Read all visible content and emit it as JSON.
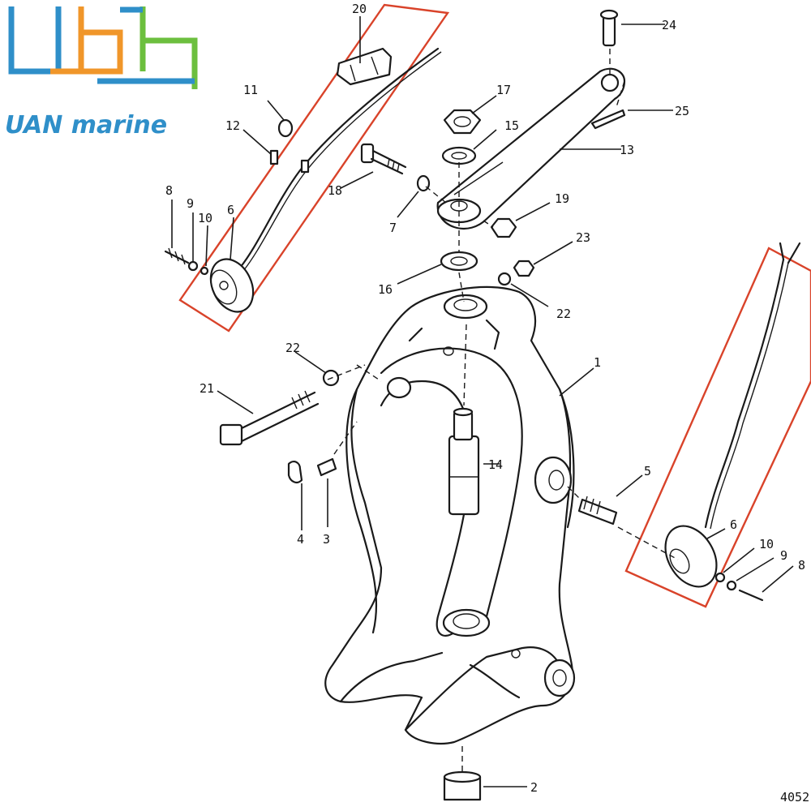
{
  "logo": {
    "text": "UAN marine",
    "colors": {
      "blue": "#2f8fc9",
      "orange": "#f0962a",
      "green": "#6cbf3e"
    }
  },
  "figure_number": "4052",
  "highlight_color": "#d9432a",
  "callouts": {
    "c1": "1",
    "c2": "2",
    "c3": "3",
    "c4": "4",
    "c5": "5",
    "c6a": "6",
    "c6b": "6",
    "c7": "7",
    "c8a": "8",
    "c8b": "8",
    "c9a": "9",
    "c9b": "9",
    "c10a": "10",
    "c10b": "10",
    "c11": "11",
    "c12": "12",
    "c13": "13",
    "c14": "14",
    "c15": "15",
    "c16": "16",
    "c17": "17",
    "c18": "18",
    "c19": "19",
    "c20": "20",
    "c21": "21",
    "c22a": "22",
    "c22b": "22",
    "c23": "23",
    "c24": "24",
    "c25": "25"
  }
}
